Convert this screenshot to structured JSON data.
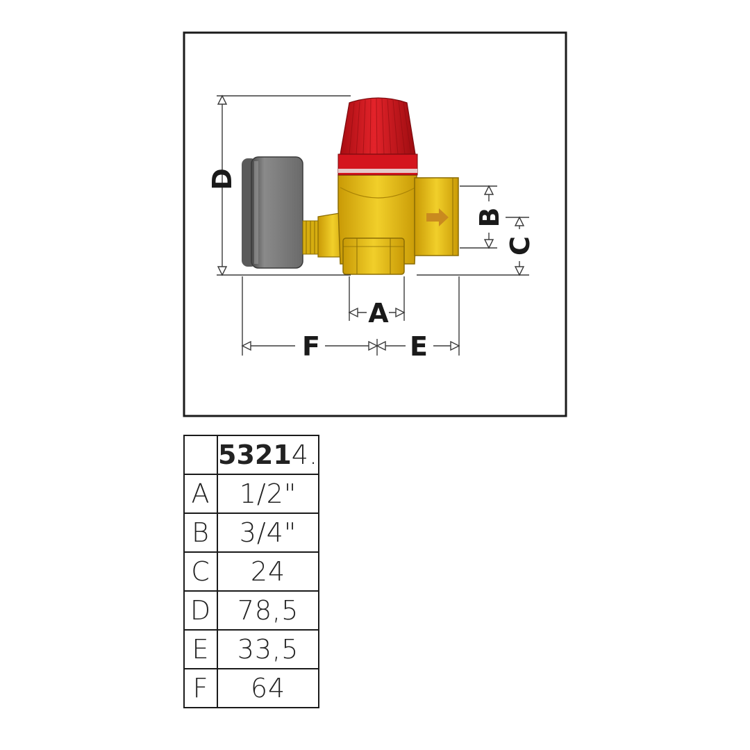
{
  "diagram": {
    "dimension_labels": {
      "A": "A",
      "B": "B",
      "C": "C",
      "D": "D",
      "E": "E",
      "F": "F"
    },
    "colors": {
      "cap": "#d4151e",
      "body": "#e6bd12",
      "gauge": "#7a7a7a",
      "flow_arrow": "#c98a1f",
      "frame": "#1a1a1a"
    }
  },
  "table": {
    "header": {
      "code_bold": "5321",
      "code_rest": "4."
    },
    "rows": [
      {
        "key": "A",
        "value": "1/2\""
      },
      {
        "key": "B",
        "value": "3/4\""
      },
      {
        "key": "C",
        "value": "24"
      },
      {
        "key": "D",
        "value": "78,5"
      },
      {
        "key": "E",
        "value": "33,5"
      },
      {
        "key": "F",
        "value": "64"
      }
    ]
  }
}
